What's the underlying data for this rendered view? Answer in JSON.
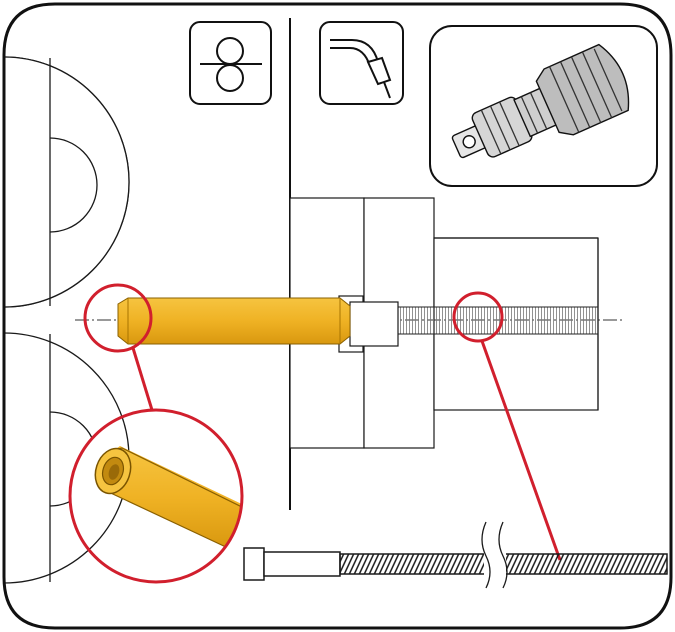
{
  "diagram": {
    "panel": "wire-feeder-liner-installation",
    "icons": [
      "drive-rolls-icon",
      "welding-torch-icon"
    ],
    "photo": "euro-connector",
    "parts": [
      "drive-roll-upper",
      "drive-roll-lower",
      "brass-guide-tube",
      "euro-connector-block",
      "liner-spiral",
      "liner-with-sleeve"
    ],
    "callouts": [
      "guide-tube-tip-zoom",
      "liner-spiral-zoom"
    ]
  },
  "colors": {
    "frame": "#111111",
    "tube_fill": "#f2b428",
    "tube_shadow": "#d4960f",
    "callout": "#d11f2d",
    "block_fill": "#f4f4f4",
    "line": "#1a1a1a"
  }
}
